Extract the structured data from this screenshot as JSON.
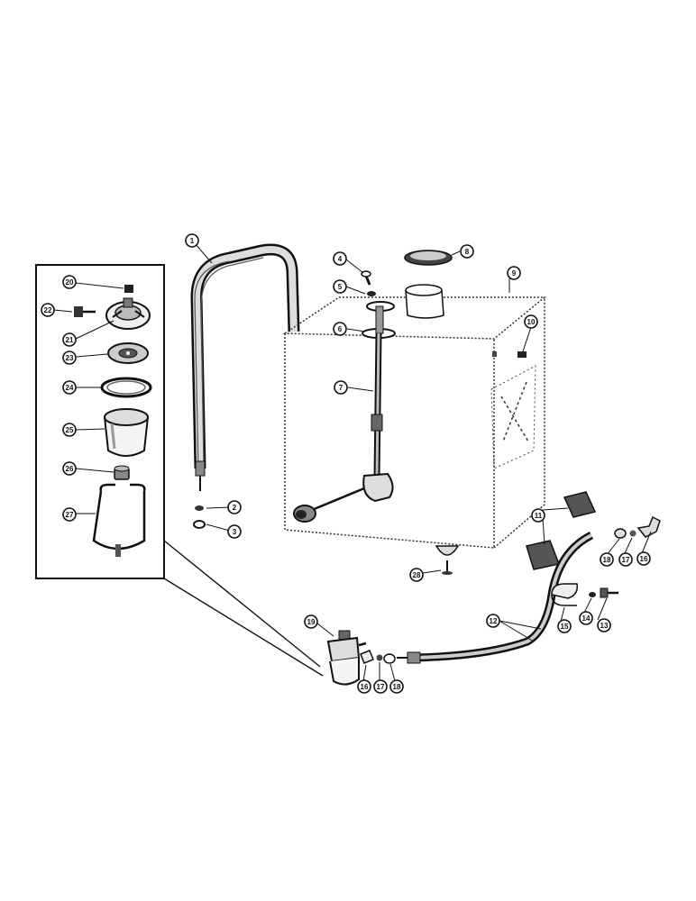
{
  "callouts": {
    "c1": "1",
    "c2": "2",
    "c3": "3",
    "c4": "4",
    "c5": "5",
    "c6": "6",
    "c7": "7",
    "c8": "8",
    "c9": "9",
    "c10": "10",
    "c11": "11",
    "c12": "12",
    "c13": "13",
    "c14": "14",
    "c15": "15",
    "c16": "16",
    "c17": "17",
    "c18": "18",
    "c19": "19",
    "c16b": "16",
    "c17b": "17",
    "c18b": "18",
    "c20": "20",
    "c21": "21",
    "c22": "22",
    "c23": "23",
    "c24": "24",
    "c25": "25",
    "c26": "26",
    "c27": "27",
    "c28": "28"
  },
  "colors": {
    "ink": "#111111",
    "paper": "#ffffff",
    "shade": "#555555"
  }
}
